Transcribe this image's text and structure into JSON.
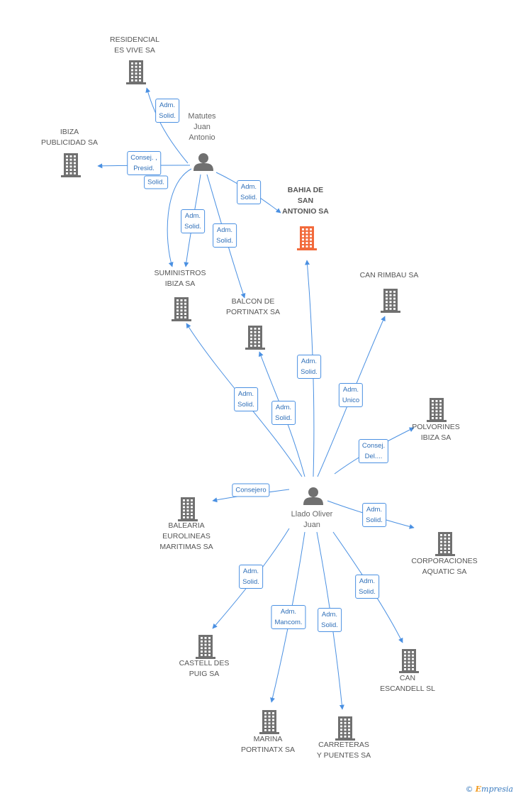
{
  "colors": {
    "edge": "#4a90e2",
    "building": "#707070",
    "main_building": "#f26a3b",
    "person": "#707070"
  },
  "companies": [
    {
      "id": "residencial",
      "label": "RESIDENCIAL\nES VIVE SA",
      "icon": "building-icon"
    },
    {
      "id": "ibiza_publicidad",
      "label": "IBIZA\nPUBLICIDAD SA",
      "icon": "building-icon"
    },
    {
      "id": "bahia",
      "label": "BAHIA DE\nSAN\nANTONIO SA",
      "icon": "building-icon",
      "main": true
    },
    {
      "id": "suministros",
      "label": "SUMINISTROS\nIBIZA SA",
      "icon": "building-icon"
    },
    {
      "id": "balcon",
      "label": "BALCON DE\nPORTINATX SA",
      "icon": "building-icon"
    },
    {
      "id": "can_rimbau",
      "label": "CAN RIMBAU SA",
      "icon": "building-icon"
    },
    {
      "id": "polvorines",
      "label": "POLVORINES\nIBIZA SA",
      "icon": "building-icon"
    },
    {
      "id": "balearia",
      "label": "BALEARIA\nEUROLINEAS\nMARITIMAS SA",
      "icon": "building-icon"
    },
    {
      "id": "corporaciones",
      "label": "CORPORACIONES\nAQUATIC SA",
      "icon": "building-icon"
    },
    {
      "id": "castell",
      "label": "CASTELL DES\nPUIG SA",
      "icon": "building-icon"
    },
    {
      "id": "can_escandell",
      "label": "CAN\nESCANDELL SL",
      "icon": "building-icon"
    },
    {
      "id": "marina",
      "label": "MARINA\nPORTINATX SA",
      "icon": "building-icon"
    },
    {
      "id": "carreteras",
      "label": "CARRETERAS\nY PUENTES SA",
      "icon": "building-icon"
    }
  ],
  "people": [
    {
      "id": "matutes",
      "label": "Matutes\nJuan\nAntonio",
      "icon": "person-icon"
    },
    {
      "id": "llado",
      "label": "Llado Oliver\nJuan",
      "icon": "person-icon"
    }
  ],
  "relations": [
    {
      "from": "matutes",
      "to": "residencial",
      "label": "Adm.\nSolid."
    },
    {
      "from": "matutes",
      "to": "ibiza_publicidad",
      "label": "Consej. ,\nPresid."
    },
    {
      "from": "matutes",
      "to": "suministros",
      "label": "Solid."
    },
    {
      "from": "matutes",
      "to": "bahia",
      "label": "Adm.\nSolid."
    },
    {
      "from": "matutes",
      "to": "suministros",
      "label": "Adm.\nSolid."
    },
    {
      "from": "matutes",
      "to": "balcon",
      "label": "Adm.\nSolid."
    },
    {
      "from": "llado",
      "to": "suministros",
      "label": "Adm.\nSolid."
    },
    {
      "from": "llado",
      "to": "balcon",
      "label": "Adm.\nSolid."
    },
    {
      "from": "llado",
      "to": "bahia",
      "label": "Adm.\nSolid."
    },
    {
      "from": "llado",
      "to": "can_rimbau",
      "label": "Adm.\nUnico"
    },
    {
      "from": "llado",
      "to": "polvorines",
      "label": "Consej.\nDel...."
    },
    {
      "from": "llado",
      "to": "balearia",
      "label": "Consejero"
    },
    {
      "from": "llado",
      "to": "corporaciones",
      "label": "Adm.\nSolid."
    },
    {
      "from": "llado",
      "to": "castell",
      "label": "Adm.\nSolid."
    },
    {
      "from": "llado",
      "to": "marina",
      "label": "Adm.\nMancom."
    },
    {
      "from": "llado",
      "to": "carreteras",
      "label": "Adm.\nSolid."
    },
    {
      "from": "llado",
      "to": "can_escandell",
      "label": "Adm.\nSolid."
    }
  ],
  "footer": {
    "copyright": "©",
    "brand_first": "E",
    "brand_rest": "mpresia"
  }
}
